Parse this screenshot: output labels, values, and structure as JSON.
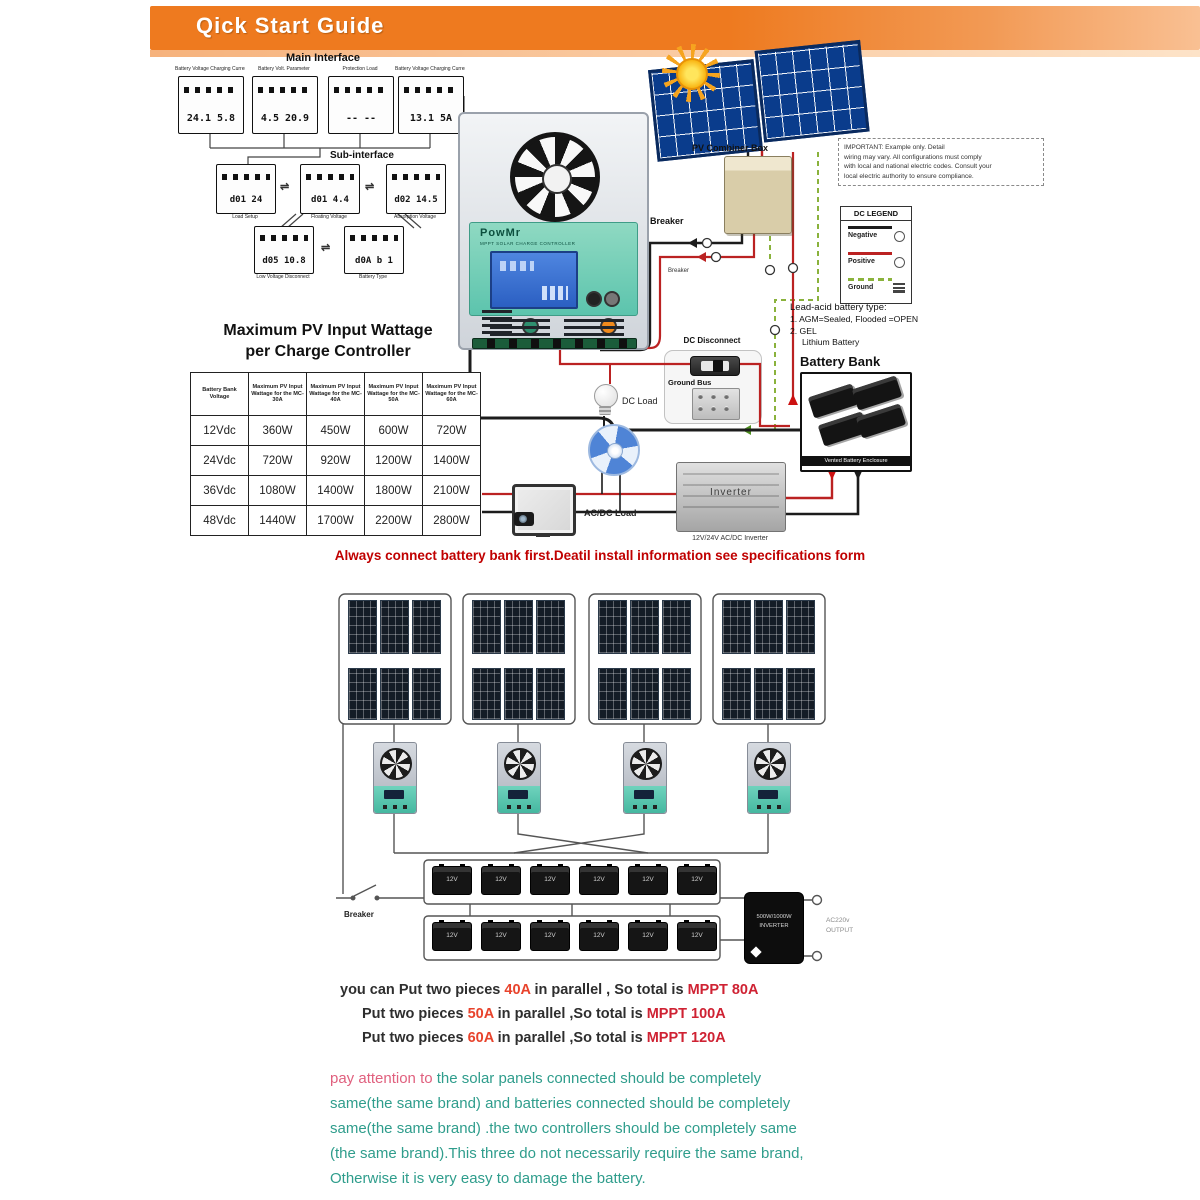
{
  "header": {
    "title": "Qick Start Guide",
    "accent": "#ee7a1f"
  },
  "flow": {
    "title": "Main Interface",
    "sub_title": "Sub-interface",
    "swap_symbol": "⇌",
    "top_screens": [
      {
        "label": "Battery Voltage  Charging Current",
        "value": "24.1  5.8"
      },
      {
        "label": "Battery Volt.  Parameter",
        "value": "4.5  20.9"
      },
      {
        "label": "Protection Load",
        "value": "--   --"
      },
      {
        "label": "Battery Voltage  Charging Current",
        "value": "13.1  5A"
      }
    ],
    "sub_screens": [
      {
        "label": "Load Setup",
        "value": "d01  24"
      },
      {
        "label": "Floating Voltage",
        "value": "d01  4.4"
      },
      {
        "label": "Absorption Voltage",
        "value": "d02  14.5"
      }
    ],
    "bottom_screens": [
      {
        "label": "Low Voltage Disconnect",
        "value": "d05  10.8"
      },
      {
        "label": "Battery Type",
        "value": "d0A  b 1"
      }
    ]
  },
  "wattage_table": {
    "title_line1": "Maximum PV Input Wattage",
    "title_line2": "per Charge Controller",
    "col_headers": [
      "Battery Bank Voltage",
      "Maximum PV Input Wattage for the MC-30A",
      "Maximum PV Input Wattage for the MC-40A",
      "Maximum PV Input Wattage for the MC-50A",
      "Maximum PV Input Wattage for the MC-60A"
    ],
    "rows": [
      [
        "12Vdc",
        "360W",
        "450W",
        "600W",
        "720W"
      ],
      [
        "24Vdc",
        "720W",
        "920W",
        "1200W",
        "1400W"
      ],
      [
        "36Vdc",
        "1080W",
        "1400W",
        "1800W",
        "2100W"
      ],
      [
        "48Vdc",
        "1440W",
        "1700W",
        "2200W",
        "2800W"
      ]
    ]
  },
  "controller": {
    "brand": "PowMr",
    "subtitle": "MPPT SOLAR CHARGE CONTROLLER"
  },
  "diagram": {
    "pv_combiner_label": "PV Combiner Box",
    "breaker_label": "Breaker",
    "breaker_small_label": "Breaker",
    "important_note_line1": "IMPORTANT: Example only. Detail",
    "important_note_line2": "wiring may vary. All configurations must comply",
    "important_note_line3": "with local and national electric codes. Consult your",
    "important_note_line4": "local electric authority to ensure compliance.",
    "legend": {
      "title": "DC LEGEND",
      "negative": "Negative",
      "positive": "Positive",
      "ground": "Ground"
    },
    "battery_note_line1": "Lead-acid battery type:",
    "battery_note_line2": "1. AGM=Sealed,  Flooded =OPEN",
    "battery_note_line3": "2. GEL",
    "battery_note_line4": "Lithium Battery",
    "battery_bank_label": "Battery Bank",
    "enclosure_caption": "Vented Battery Enclosure",
    "dc_disconnect_label": "DC Disconnect",
    "ground_bus_label": "Ground Bus",
    "dc_load_label": "DC Load",
    "acdc_load_label": "AC/DC Load",
    "inverter_label": "Inverter",
    "inverter_caption": "12V/24V AC/DC Inverter",
    "warning": "Always connect battery bank first.Deatil install information see specifications form"
  },
  "parallel_diagram": {
    "breaker_label": "Breaker",
    "battery_label": "12V",
    "inverter_text_line1": "500W/1000W",
    "inverter_text_line2": "INVERTER",
    "output_label_line1": "AC220v",
    "output_label_line2": "OUTPUT"
  },
  "parallel_notes": [
    {
      "prefix": "you can Put two pieces ",
      "amp": "40A",
      "mid": " in parallel , So total is ",
      "total": "MPPT 80A"
    },
    {
      "prefix": "Put two pieces ",
      "amp": "50A",
      "mid": " in parallel ,So total is ",
      "total": "MPPT 100A"
    },
    {
      "prefix": "Put two pieces ",
      "amp": "60A",
      "mid": " in parallel ,So total is ",
      "total": "MPPT 120A"
    }
  ],
  "attention": {
    "highlight": "pay attention to",
    "line1_rest": " the solar panels connected should be completely",
    "line2": "same(the same brand) and batteries connected should be completely",
    "line3": "same(the same brand) .the two controllers should be completely same",
    "line4": "(the same brand).This three do not necessarily require the same brand,",
    "line5": "Otherwise it is very easy to damage the battery."
  },
  "colors": {
    "wire_positive": "#bb2222",
    "wire_negative": "#1c1c1c",
    "wire_ground": "#8ab23c",
    "warning_red": "#c00000",
    "note_teal": "#2f9d8c",
    "highlight_pink": "#e0607e"
  }
}
